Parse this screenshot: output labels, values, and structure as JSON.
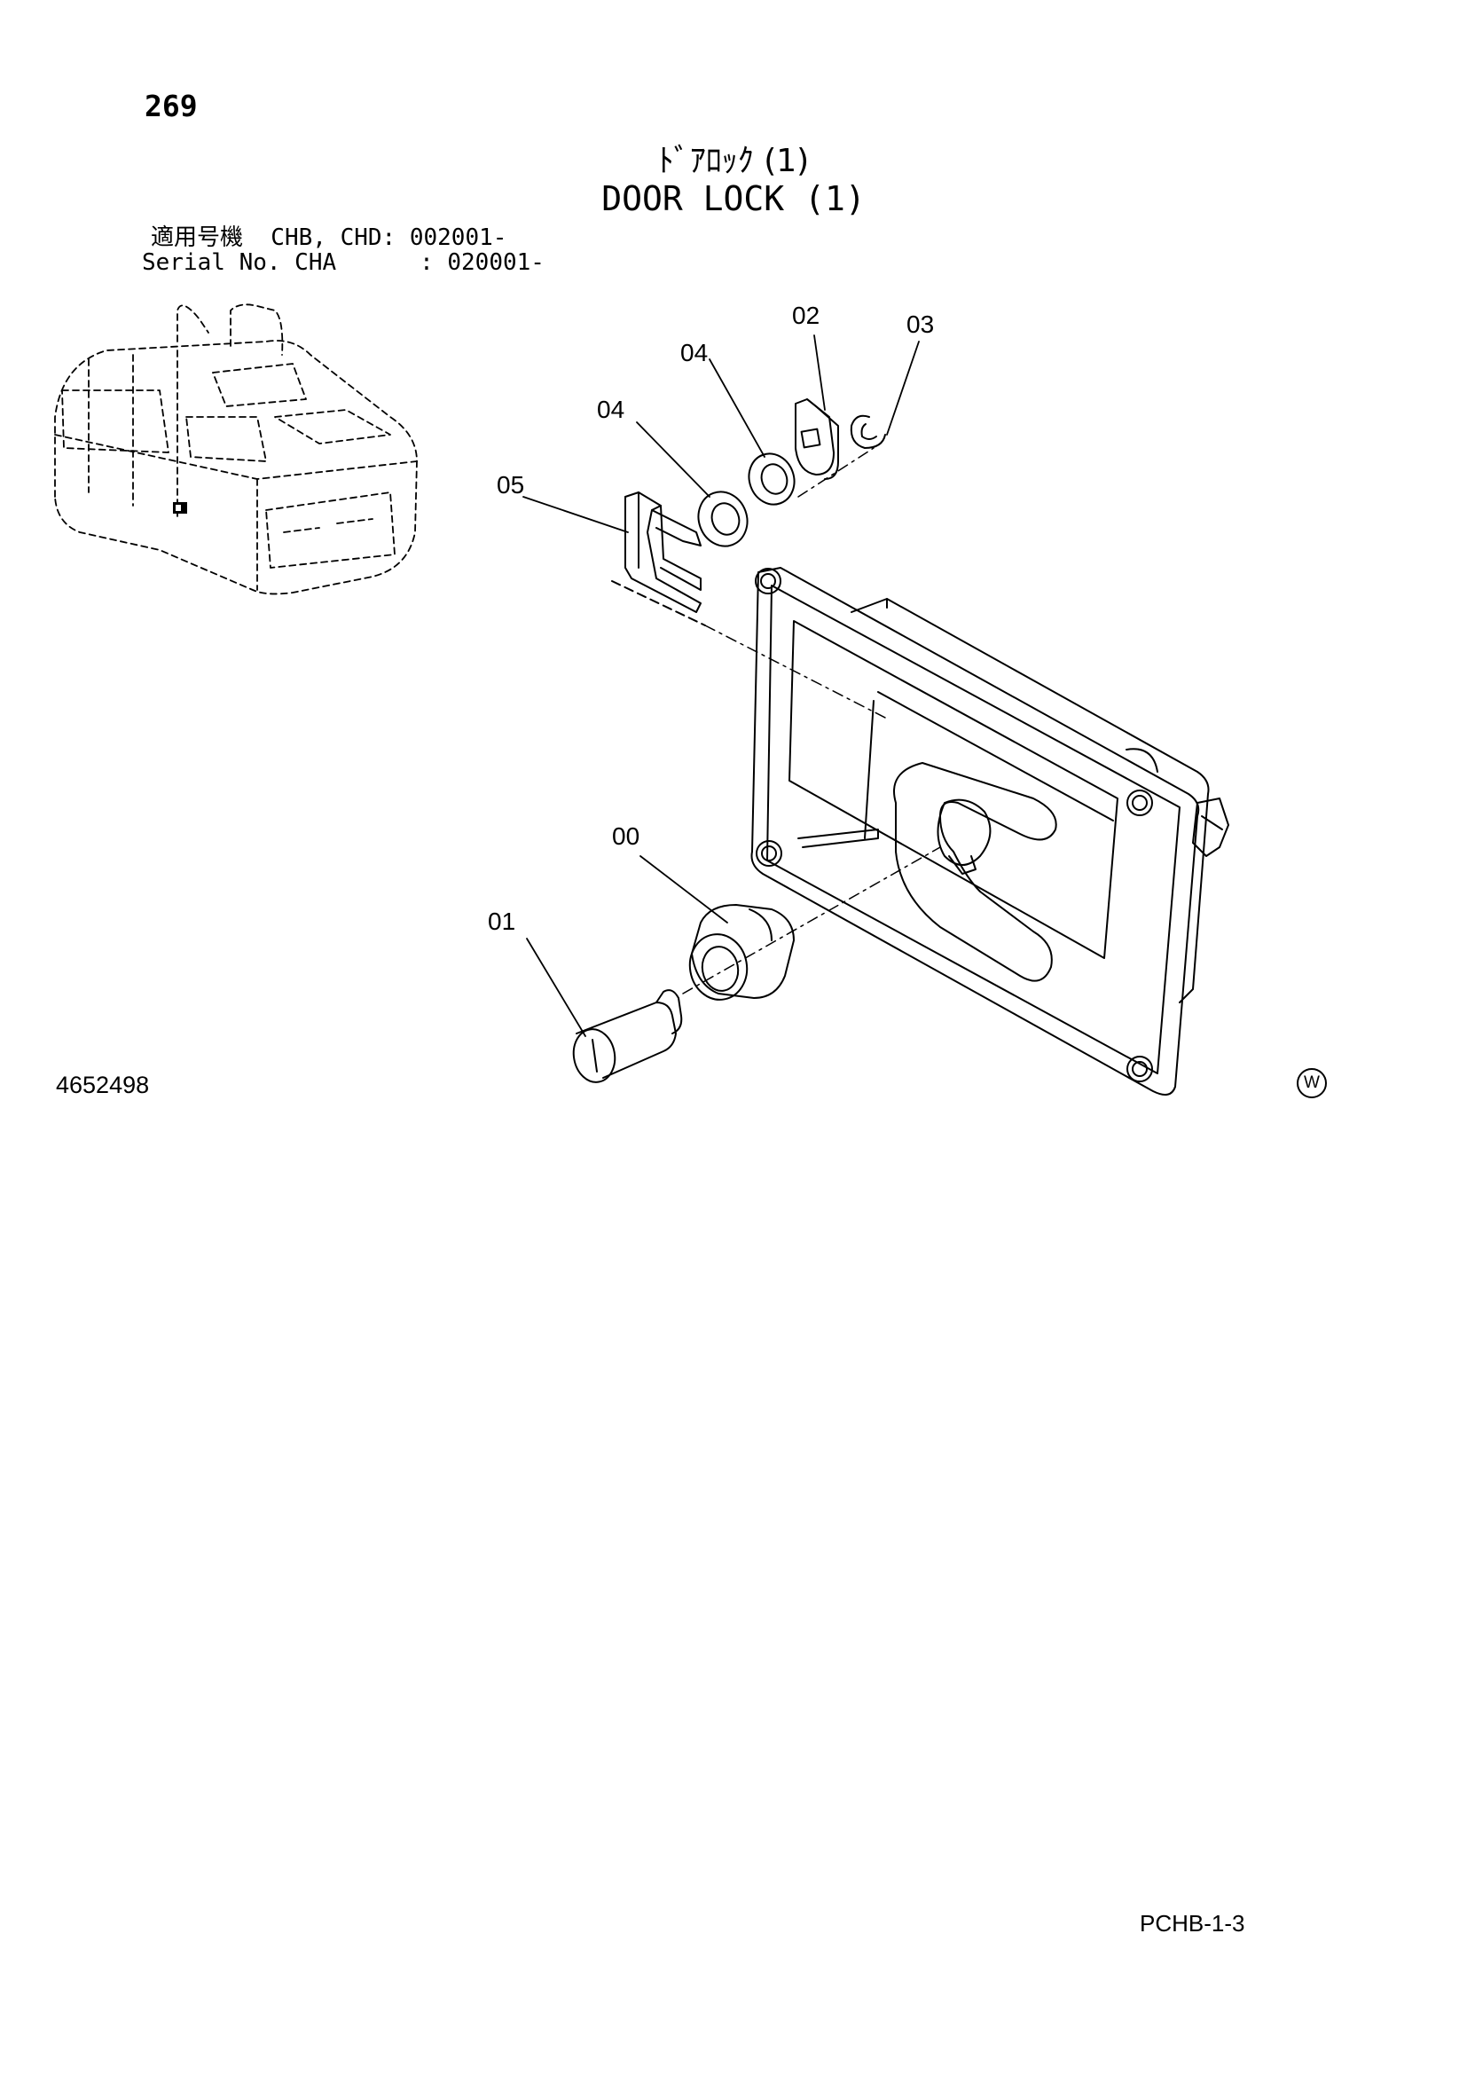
{
  "page_number": "269",
  "title_jp": "ﾄﾞｱﾛｯｸ (1)",
  "title_en": "DOOR LOCK (1)",
  "applicability": {
    "line1": "適用号機  CHB, CHD: 002001-",
    "line2": "Serial No. CHA      : 020001-"
  },
  "callouts": [
    {
      "id": "c00",
      "label": "00"
    },
    {
      "id": "c01",
      "label": "01"
    },
    {
      "id": "c02",
      "label": "02"
    },
    {
      "id": "c03",
      "label": "03"
    },
    {
      "id": "c04a",
      "label": "04"
    },
    {
      "id": "c04b",
      "label": "04"
    },
    {
      "id": "c05",
      "label": "05"
    }
  ],
  "drawing_number": "4652498",
  "maker_mark": "W",
  "page_code": "PCHB-1-3"
}
